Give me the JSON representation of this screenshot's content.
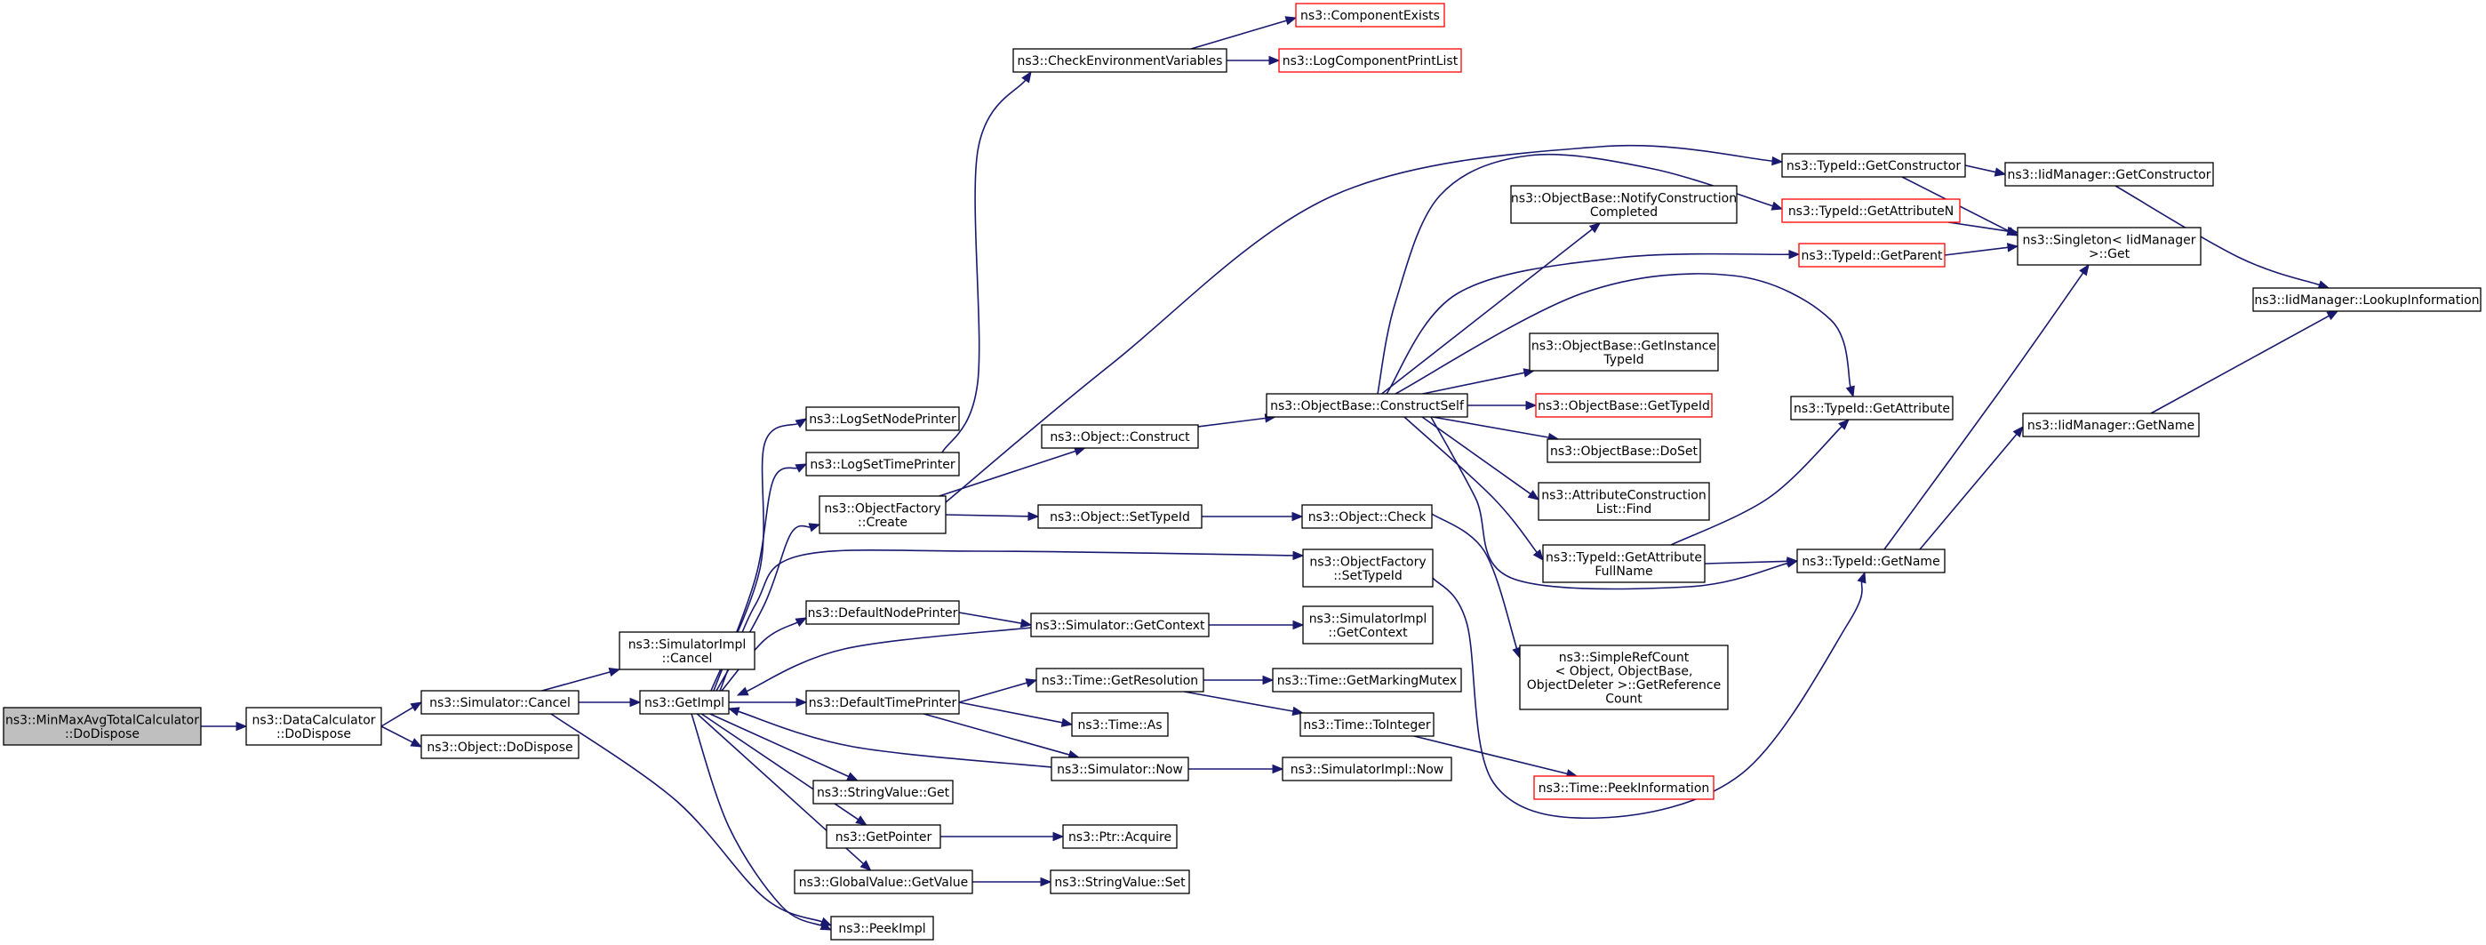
{
  "graph": {
    "title": "",
    "nodes": [
      {
        "id": "root",
        "lines": [
          "ns3::MinMaxAvgTotalCalculator",
          "::DoDispose"
        ],
        "style": "root"
      },
      {
        "id": "dc_dodispose",
        "lines": [
          "ns3::DataCalculator",
          "::DoDispose"
        ],
        "style": "normal"
      },
      {
        "id": "sim_cancel",
        "lines": [
          "ns3::Simulator::Cancel"
        ],
        "style": "normal"
      },
      {
        "id": "obj_dodispose",
        "lines": [
          "ns3::Object::DoDispose"
        ],
        "style": "normal"
      },
      {
        "id": "simimpl_cancel",
        "lines": [
          "ns3::SimulatorImpl",
          "::Cancel"
        ],
        "style": "normal"
      },
      {
        "id": "getimpl",
        "lines": [
          "ns3::GetImpl"
        ],
        "style": "normal"
      },
      {
        "id": "peekimpl",
        "lines": [
          "ns3::PeekImpl"
        ],
        "style": "normal"
      },
      {
        "id": "logsetnodeprinter",
        "lines": [
          "ns3::LogSetNodePrinter"
        ],
        "style": "normal"
      },
      {
        "id": "logsettimeprinter",
        "lines": [
          "ns3::LogSetTimePrinter"
        ],
        "style": "normal"
      },
      {
        "id": "objfactory_create",
        "lines": [
          "ns3::ObjectFactory",
          "::Create"
        ],
        "style": "normal"
      },
      {
        "id": "defaultnodeprinter",
        "lines": [
          "ns3::DefaultNodePrinter"
        ],
        "style": "normal"
      },
      {
        "id": "defaulttimeprinter",
        "lines": [
          "ns3::DefaultTimePrinter"
        ],
        "style": "normal"
      },
      {
        "id": "stringvalue_get",
        "lines": [
          "ns3::StringValue::Get"
        ],
        "style": "normal"
      },
      {
        "id": "getpointer",
        "lines": [
          "ns3::GetPointer"
        ],
        "style": "normal"
      },
      {
        "id": "globalvalue_getvalue",
        "lines": [
          "ns3::GlobalValue::GetValue"
        ],
        "style": "normal"
      },
      {
        "id": "checkenv",
        "lines": [
          "ns3::CheckEnvironmentVariables"
        ],
        "style": "normal"
      },
      {
        "id": "componentexists",
        "lines": [
          "ns3::ComponentExists"
        ],
        "style": "red"
      },
      {
        "id": "logcomponentprintlist",
        "lines": [
          "ns3::LogComponentPrintList"
        ],
        "style": "red"
      },
      {
        "id": "object_construct",
        "lines": [
          "ns3::Object::Construct"
        ],
        "style": "normal"
      },
      {
        "id": "object_settypeid",
        "lines": [
          "ns3::Object::SetTypeId"
        ],
        "style": "normal"
      },
      {
        "id": "sim_getcontext",
        "lines": [
          "ns3::Simulator::GetContext"
        ],
        "style": "normal"
      },
      {
        "id": "time_getresolution",
        "lines": [
          "ns3::Time::GetResolution"
        ],
        "style": "normal"
      },
      {
        "id": "time_as",
        "lines": [
          "ns3::Time::As"
        ],
        "style": "normal"
      },
      {
        "id": "sim_now",
        "lines": [
          "ns3::Simulator::Now"
        ],
        "style": "normal"
      },
      {
        "id": "ptr_acquire",
        "lines": [
          "ns3::Ptr::Acquire"
        ],
        "style": "normal"
      },
      {
        "id": "stringvalue_set",
        "lines": [
          "ns3::StringValue::Set"
        ],
        "style": "normal"
      },
      {
        "id": "objbase_constructself",
        "lines": [
          "ns3::ObjectBase::ConstructSelf"
        ],
        "style": "normal"
      },
      {
        "id": "object_check",
        "lines": [
          "ns3::Object::Check"
        ],
        "style": "normal"
      },
      {
        "id": "objfactory_settypeid",
        "lines": [
          "ns3::ObjectFactory",
          "::SetTypeId"
        ],
        "style": "normal"
      },
      {
        "id": "simimpl_getcontext",
        "lines": [
          "ns3::SimulatorImpl",
          "::GetContext"
        ],
        "style": "normal"
      },
      {
        "id": "time_getmarkingmutex",
        "lines": [
          "ns3::Time::GetMarkingMutex"
        ],
        "style": "normal"
      },
      {
        "id": "time_tointeger",
        "lines": [
          "ns3::Time::ToInteger"
        ],
        "style": "normal"
      },
      {
        "id": "simimpl_now",
        "lines": [
          "ns3::SimulatorImpl::Now"
        ],
        "style": "normal"
      },
      {
        "id": "objbase_notify",
        "lines": [
          "ns3::ObjectBase::NotifyConstruction",
          "Completed"
        ],
        "style": "normal"
      },
      {
        "id": "objbase_getinstancetypeid",
        "lines": [
          "ns3::ObjectBase::GetInstance",
          "TypeId"
        ],
        "style": "normal"
      },
      {
        "id": "objbase_gettypeid",
        "lines": [
          "ns3::ObjectBase::GetTypeId"
        ],
        "style": "red"
      },
      {
        "id": "objbase_doset",
        "lines": [
          "ns3::ObjectBase::DoSet"
        ],
        "style": "normal"
      },
      {
        "id": "attrconstructionlist_find",
        "lines": [
          "ns3::AttributeConstruction",
          "List::Find"
        ],
        "style": "normal"
      },
      {
        "id": "typeid_getattributefullname",
        "lines": [
          "ns3::TypeId::GetAttribute",
          "FullName"
        ],
        "style": "normal"
      },
      {
        "id": "simplerefcount",
        "lines": [
          "ns3::SimpleRefCount",
          "< Object, ObjectBase,",
          "ObjectDeleter >::GetReference",
          "Count"
        ],
        "style": "normal"
      },
      {
        "id": "time_peekinformation",
        "lines": [
          "ns3::Time::PeekInformation"
        ],
        "style": "red"
      },
      {
        "id": "typeid_getconstructor",
        "lines": [
          "ns3::TypeId::GetConstructor"
        ],
        "style": "normal"
      },
      {
        "id": "typeid_getattributen",
        "lines": [
          "ns3::TypeId::GetAttributeN"
        ],
        "style": "red"
      },
      {
        "id": "typeid_getparent",
        "lines": [
          "ns3::TypeId::GetParent"
        ],
        "style": "red"
      },
      {
        "id": "typeid_getattribute",
        "lines": [
          "ns3::TypeId::GetAttribute"
        ],
        "style": "normal"
      },
      {
        "id": "typeid_getname",
        "lines": [
          "ns3::TypeId::GetName"
        ],
        "style": "normal"
      },
      {
        "id": "iidmanager_getconstructor",
        "lines": [
          "ns3::IidManager::GetConstructor"
        ],
        "style": "normal"
      },
      {
        "id": "singleton_get",
        "lines": [
          "ns3::Singleton< IidManager",
          ">::Get"
        ],
        "style": "normal"
      },
      {
        "id": "iidmanager_getname",
        "lines": [
          "ns3::IidManager::GetName"
        ],
        "style": "normal"
      },
      {
        "id": "iidmanager_lookupinformation",
        "lines": [
          "ns3::IidManager::LookupInformation"
        ],
        "style": "normal"
      }
    ],
    "edges": [
      [
        "root",
        "dc_dodispose"
      ],
      [
        "dc_dodispose",
        "sim_cancel"
      ],
      [
        "dc_dodispose",
        "obj_dodispose"
      ],
      [
        "sim_cancel",
        "simimpl_cancel"
      ],
      [
        "sim_cancel",
        "getimpl"
      ],
      [
        "sim_cancel",
        "peekimpl"
      ],
      [
        "getimpl",
        "logsetnodeprinter"
      ],
      [
        "getimpl",
        "logsettimeprinter"
      ],
      [
        "getimpl",
        "objfactory_create"
      ],
      [
        "getimpl",
        "objfactory_settypeid"
      ],
      [
        "getimpl",
        "defaultnodeprinter"
      ],
      [
        "getimpl",
        "defaulttimeprinter"
      ],
      [
        "getimpl",
        "stringvalue_get"
      ],
      [
        "getimpl",
        "getpointer"
      ],
      [
        "getimpl",
        "globalvalue_getvalue"
      ],
      [
        "getimpl",
        "peekimpl"
      ],
      [
        "logsettimeprinter",
        "checkenv"
      ],
      [
        "checkenv",
        "componentexists"
      ],
      [
        "checkenv",
        "logcomponentprintlist"
      ],
      [
        "objfactory_create",
        "object_construct"
      ],
      [
        "objfactory_create",
        "object_settypeid"
      ],
      [
        "objfactory_create",
        "typeid_getconstructor"
      ],
      [
        "defaultnodeprinter",
        "sim_getcontext"
      ],
      [
        "sim_getcontext",
        "getimpl"
      ],
      [
        "sim_getcontext",
        "simimpl_getcontext"
      ],
      [
        "defaulttimeprinter",
        "time_getresolution"
      ],
      [
        "defaulttimeprinter",
        "time_as"
      ],
      [
        "defaulttimeprinter",
        "sim_now"
      ],
      [
        "sim_now",
        "getimpl"
      ],
      [
        "sim_now",
        "simimpl_now"
      ],
      [
        "getpointer",
        "ptr_acquire"
      ],
      [
        "globalvalue_getvalue",
        "stringvalue_set"
      ],
      [
        "time_getresolution",
        "time_getmarkingmutex"
      ],
      [
        "time_getresolution",
        "time_tointeger"
      ],
      [
        "time_tointeger",
        "time_peekinformation"
      ],
      [
        "object_construct",
        "objbase_constructself"
      ],
      [
        "object_settypeid",
        "object_check"
      ],
      [
        "object_check",
        "simplerefcount"
      ],
      [
        "objfactory_settypeid",
        "typeid_getname"
      ],
      [
        "objbase_constructself",
        "typeid_getattributen"
      ],
      [
        "objbase_constructself",
        "objbase_notify"
      ],
      [
        "objbase_constructself",
        "typeid_getparent"
      ],
      [
        "objbase_constructself",
        "typeid_getattribute"
      ],
      [
        "objbase_constructself",
        "objbase_getinstancetypeid"
      ],
      [
        "objbase_constructself",
        "objbase_gettypeid"
      ],
      [
        "objbase_constructself",
        "objbase_doset"
      ],
      [
        "objbase_constructself",
        "attrconstructionlist_find"
      ],
      [
        "objbase_constructself",
        "typeid_getattributefullname"
      ],
      [
        "objbase_constructself",
        "typeid_getname"
      ],
      [
        "typeid_getattributefullname",
        "typeid_getattribute"
      ],
      [
        "typeid_getattributefullname",
        "typeid_getname"
      ],
      [
        "typeid_getconstructor",
        "iidmanager_getconstructor"
      ],
      [
        "typeid_getconstructor",
        "singleton_get"
      ],
      [
        "typeid_getattributen",
        "singleton_get"
      ],
      [
        "typeid_getparent",
        "singleton_get"
      ],
      [
        "typeid_getname",
        "singleton_get"
      ],
      [
        "typeid_getname",
        "iidmanager_getname"
      ],
      [
        "iidmanager_getconstructor",
        "iidmanager_lookupinformation"
      ],
      [
        "iidmanager_getname",
        "iidmanager_lookupinformation"
      ]
    ]
  }
}
